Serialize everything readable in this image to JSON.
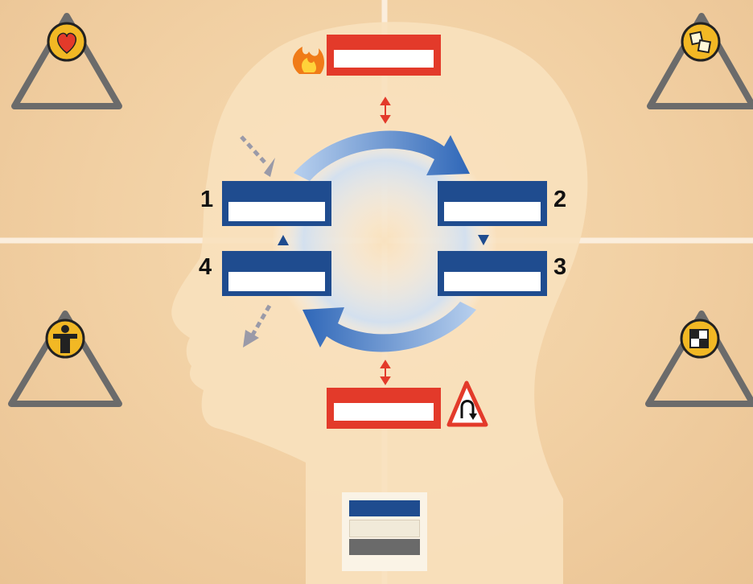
{
  "colors": {
    "background": "#f1cfa2",
    "head": "#f8e1bd",
    "step_box": "#1f4c8f",
    "emotion_box": "#e33a2a",
    "cycle_arrow": "#4a7fc8",
    "triangle": "#6b6b6b",
    "icon_badge": "#f2b824"
  },
  "steps": [
    {
      "number": "1"
    },
    {
      "number": "2"
    },
    {
      "number": "3"
    },
    {
      "number": "4"
    }
  ],
  "icons": {
    "fire": "fire-icon",
    "warning": "u-turn-warning-icon",
    "corners": [
      "heart-icon",
      "puzzle-icon",
      "person-icon",
      "checker-icon"
    ]
  }
}
